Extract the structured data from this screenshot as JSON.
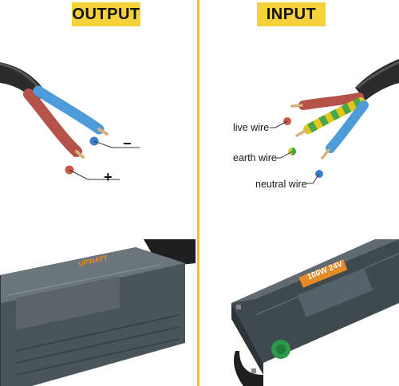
{
  "headers": {
    "output": "OUTPUT",
    "input": "INPUT"
  },
  "output_labels": {
    "negative": "−",
    "positive": "+"
  },
  "input_labels": {
    "live": "live wire",
    "earth": "earth wire",
    "neutral": "neutral wire"
  },
  "left_device": {
    "brand": "UPWATT"
  },
  "right_device": {
    "badge": "100W 24V"
  },
  "colors": {
    "header_bg": "#f5d23a",
    "divider": "#f2c21c",
    "wire_live": "#b5534a",
    "wire_neutral": "#4d9bd8",
    "wire_earth_yellow": "#e2c81a",
    "wire_earth_green": "#4aa64a",
    "cable": "#2a2a2a",
    "housing": "#4a555a",
    "badge": "#e58a24"
  }
}
